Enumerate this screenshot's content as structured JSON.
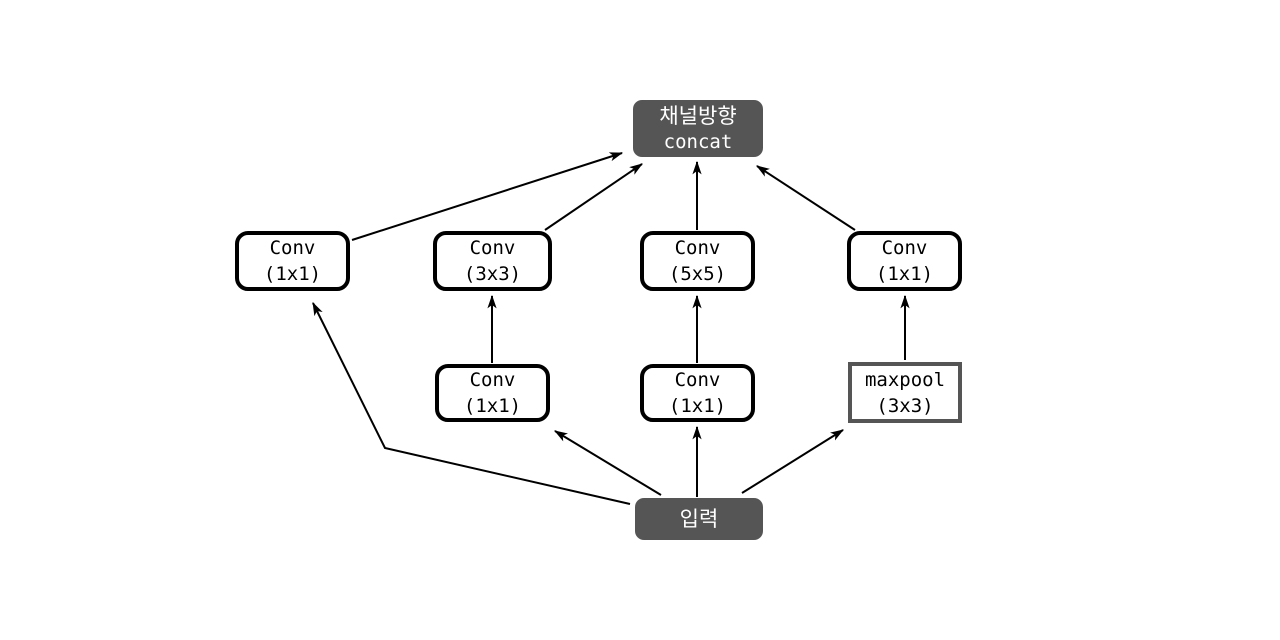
{
  "diagram": {
    "type": "neural-network-inception-module",
    "background_color": "#ffffff",
    "colors": {
      "dark_node_fill": "#555555",
      "dark_node_text": "#ffffff",
      "conv_border": "#000000",
      "maxpool_border": "#555555",
      "arrow": "#000000"
    },
    "nodes": {
      "concat": {
        "line1": "채널방향",
        "line2": "concat"
      },
      "conv1x1_left": {
        "line1": "Conv",
        "line2": "(1x1)"
      },
      "conv3x3": {
        "line1": "Conv",
        "line2": "(3x3)"
      },
      "conv5x5": {
        "line1": "Conv",
        "line2": "(5x5)"
      },
      "conv1x1_right": {
        "line1": "Conv",
        "line2": "(1x1)"
      },
      "conv1x1_a": {
        "line1": "Conv",
        "line2": "(1x1)"
      },
      "conv1x1_b": {
        "line1": "Conv",
        "line2": "(1x1)"
      },
      "maxpool": {
        "line1": "maxpool",
        "line2": "(3x3)"
      },
      "input": {
        "label": "입력"
      }
    },
    "edges": [
      {
        "from": "input",
        "to": "conv1x1_left"
      },
      {
        "from": "input",
        "to": "conv1x1_a"
      },
      {
        "from": "input",
        "to": "conv1x1_b"
      },
      {
        "from": "input",
        "to": "maxpool"
      },
      {
        "from": "conv1x1_a",
        "to": "conv3x3"
      },
      {
        "from": "conv1x1_b",
        "to": "conv5x5"
      },
      {
        "from": "maxpool",
        "to": "conv1x1_right"
      },
      {
        "from": "conv1x1_left",
        "to": "concat"
      },
      {
        "from": "conv3x3",
        "to": "concat"
      },
      {
        "from": "conv5x5",
        "to": "concat"
      },
      {
        "from": "conv1x1_right",
        "to": "concat"
      }
    ]
  }
}
